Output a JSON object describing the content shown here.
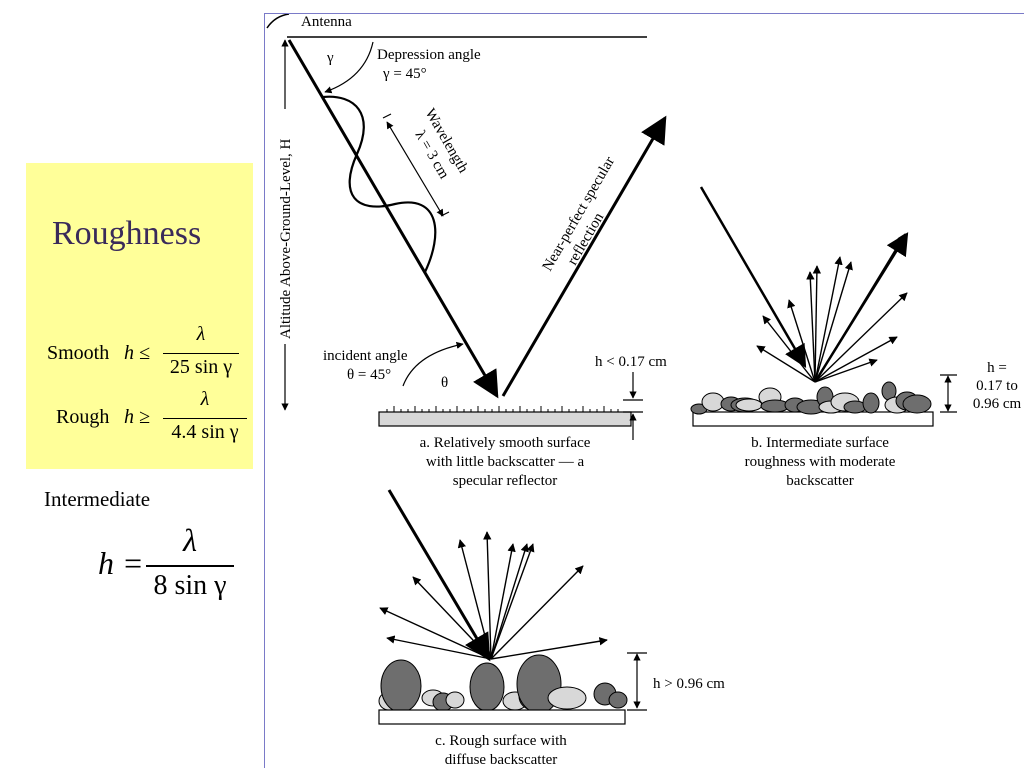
{
  "panel": {
    "title": "Roughness",
    "smooth_label": "Smooth",
    "smooth_rel": "h ≤",
    "smooth_num": "λ",
    "smooth_den": "25 sin γ",
    "rough_label": "Rough",
    "rough_rel": "h ≥",
    "rough_num": "λ",
    "rough_den": "4.4 sin γ"
  },
  "intermediate": {
    "label": "Intermediate",
    "lhs": "h =",
    "num": "λ",
    "den": "8 sin γ"
  },
  "diagram": {
    "antenna": "Antenna",
    "gamma": "γ",
    "depression_1": "Depression angle",
    "depression_2": "γ  = 45°",
    "altitude": "Altitude Above-Ground-Level, H",
    "wavelength_1": "Wavelength",
    "wavelength_2": "λ = 3 cm",
    "specular_1": "Near-perfect specular",
    "specular_2": "reflection",
    "incident_1": "incident angle",
    "incident_2": "θ = 45°",
    "theta": "θ",
    "h_a": "h < 0.17 cm",
    "caption_a_1": "a. Relatively smooth surface",
    "caption_a_2": "with little backscatter — a",
    "caption_a_3": "specular reflector",
    "h_b_1": "h =",
    "h_b_2": "0.17 to",
    "h_b_3": "0.96 cm",
    "caption_b_1": "b. Intermediate surface",
    "caption_b_2": "roughness with moderate",
    "caption_b_3": "backscatter",
    "h_c": "h > 0.96 cm",
    "caption_c_1": "c. Rough surface with",
    "caption_c_2": "diffuse backscatter"
  },
  "colors": {
    "panel_bg": "#ffff99",
    "title_color": "#3a2a5a",
    "frame_color": "#7a7ac8",
    "stone_dark": "#6e6e6e",
    "stone_light": "#d8d8d8"
  }
}
